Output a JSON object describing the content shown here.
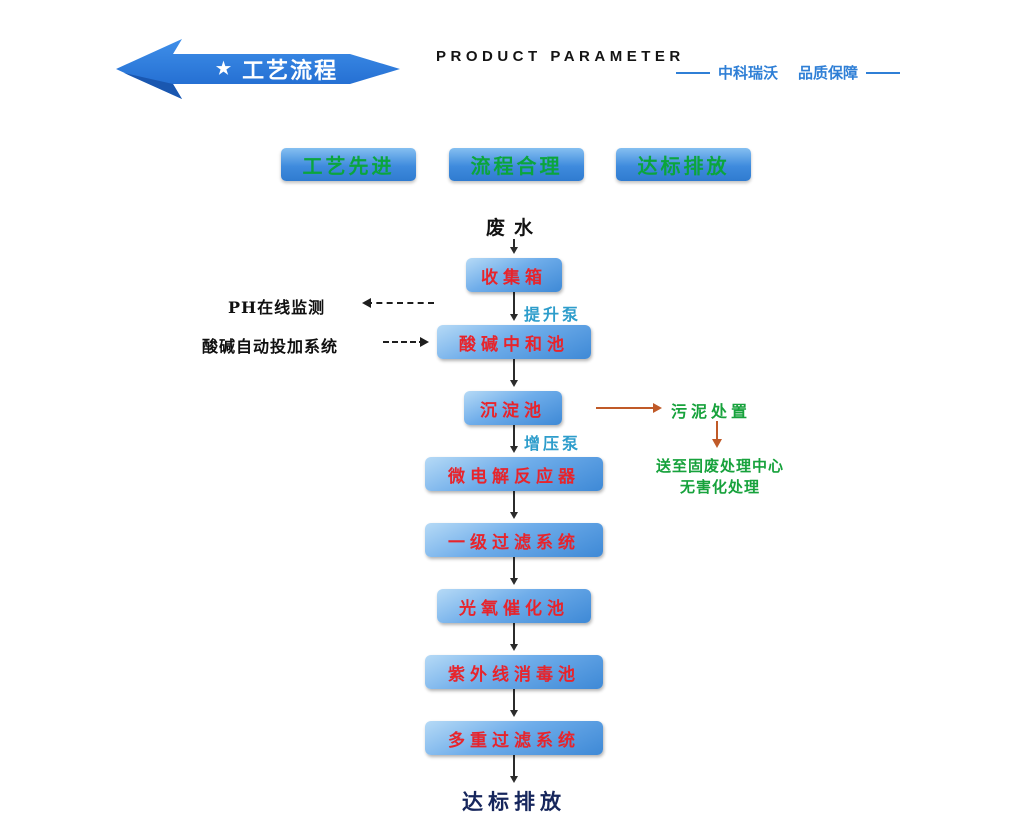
{
  "header": {
    "star": "★",
    "banner_title": "工艺流程",
    "product_parameter": "PRODUCT PARAMETER",
    "brand_part1": "中科瑞沃",
    "brand_part2": "品质保障"
  },
  "badges": [
    {
      "label": "工艺先进"
    },
    {
      "label": "流程合理"
    },
    {
      "label": "达标排放"
    }
  ],
  "flow": {
    "start_label": "废水",
    "nodes": [
      "收集箱",
      "酸碱中和池",
      "沉淀池",
      "微电解反应器",
      "一级过滤系统",
      "光氧催化池",
      "紫外线消毒池",
      "多重过滤系统"
    ],
    "pump_lift": "提升泵",
    "pump_boost": "增压泵",
    "ph_monitoring": "PH在线监测",
    "dosing_system": "酸碱自动投加系统",
    "sludge_disposal": "污泥处置",
    "sludge_note_line1": "送至固废处理中心",
    "sludge_note_line2": "无害化处理",
    "end_label": "达标排放"
  },
  "colors": {
    "banner_blue": "#2b7de0",
    "badge_text_green": "#0ba53d",
    "node_text_red": "#e7242c",
    "pump_text_teal": "#2e9dcb",
    "sludge_green": "#17a23c",
    "sludge_arrow_orange": "#c05a28",
    "end_navy": "#16265c",
    "brand_blue": "#2f7fd6"
  }
}
